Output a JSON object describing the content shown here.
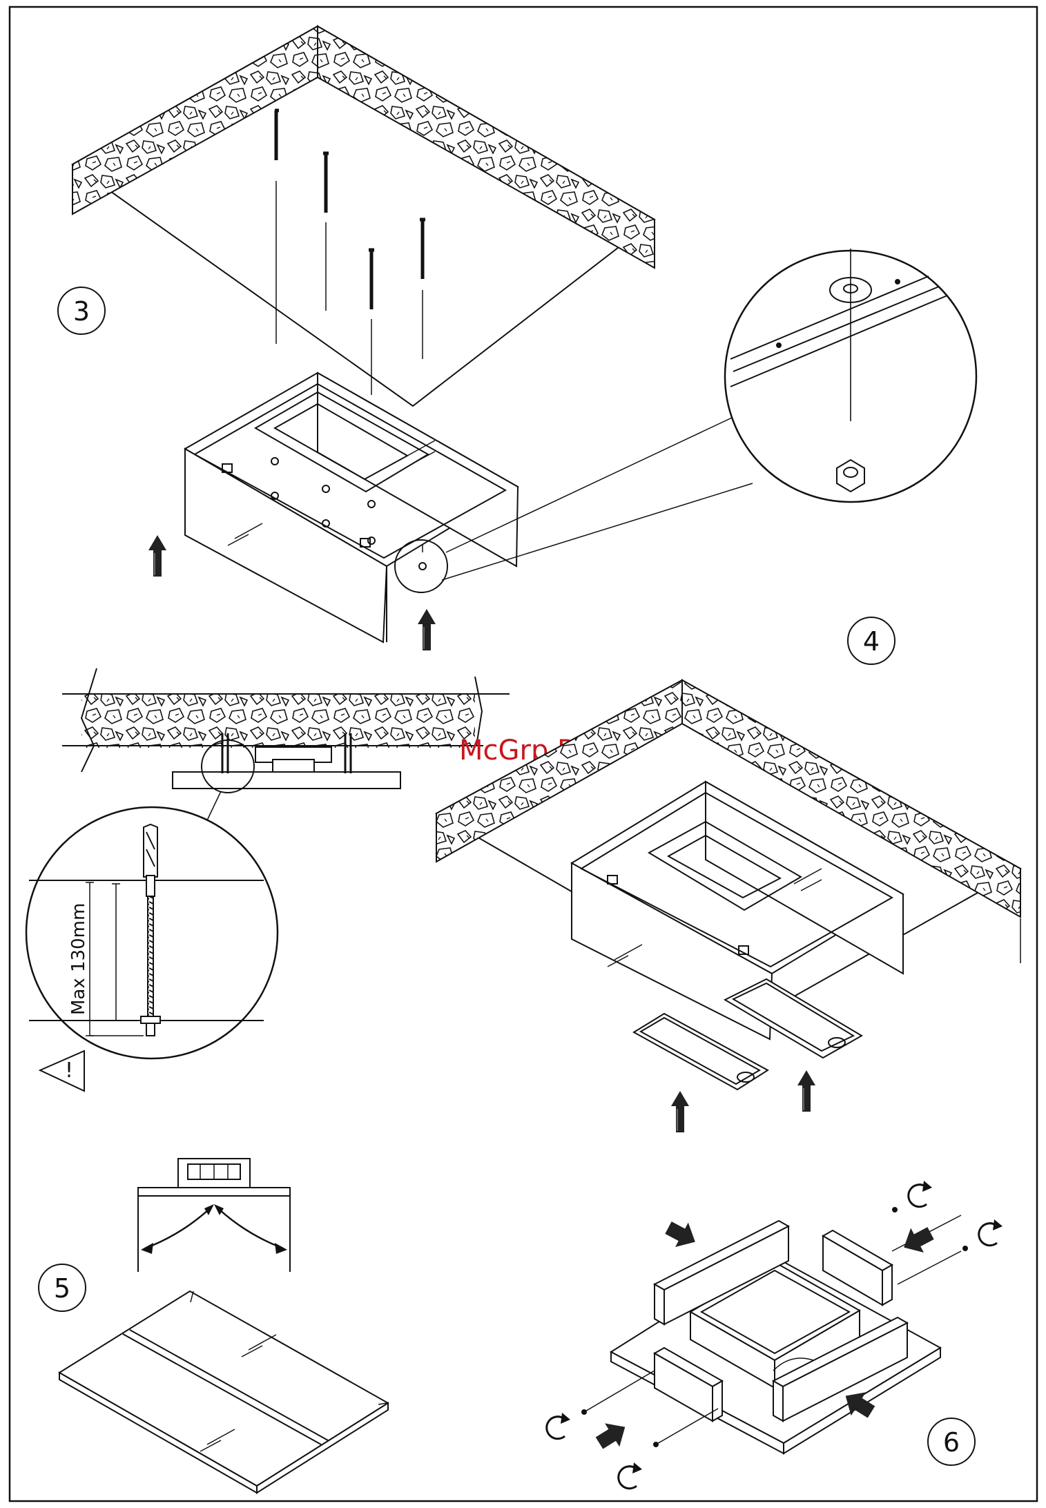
{
  "steps": [
    {
      "number": "3"
    },
    {
      "number": "4"
    },
    {
      "number": "5"
    },
    {
      "number": "6"
    }
  ],
  "dimension_label": "Max  130mm",
  "warning_symbol": "!",
  "watermark": "McGrp.Ru",
  "colors": {
    "line": "#111111",
    "watermark": "#c8161d",
    "background": "#ffffff"
  },
  "icons": [
    "up-arrow-icon",
    "push-arrow-icon",
    "rotate-arrow-icon",
    "warning-triangle-icon"
  ]
}
